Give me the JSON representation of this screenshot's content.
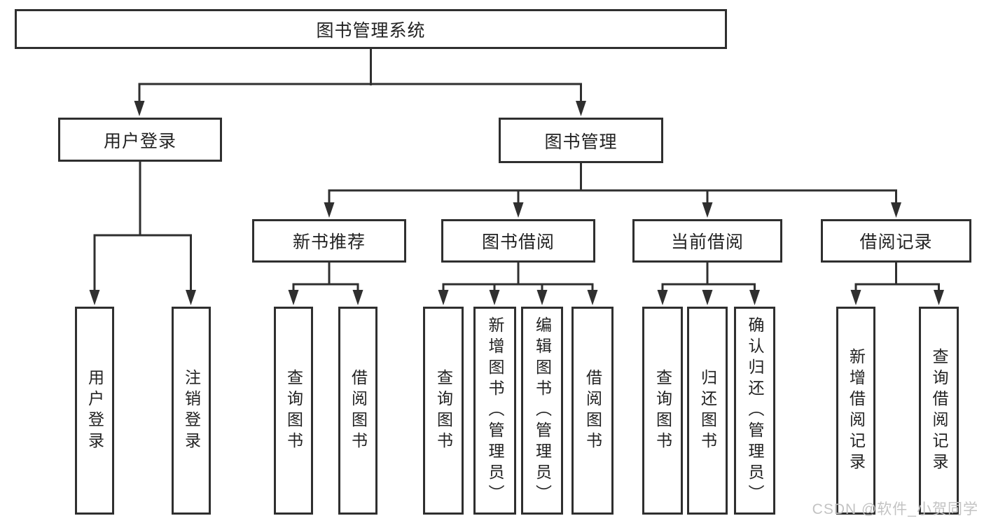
{
  "diagram": {
    "type": "tree",
    "tree": {
      "root": {
        "label": "图书管理系统"
      },
      "branches": [
        {
          "label": "用户登录",
          "children": [
            {
              "label": "用户登录"
            },
            {
              "label": "注销登录"
            }
          ]
        },
        {
          "label": "图书管理",
          "children": [
            {
              "label": "新书推荐",
              "children": [
                {
                  "label": "查询图书"
                },
                {
                  "label": "借阅图书"
                }
              ]
            },
            {
              "label": "图书借阅",
              "children": [
                {
                  "label": "查询图书"
                },
                {
                  "label": "新增图书（管理员）"
                },
                {
                  "label": "编辑图书（管理员）"
                },
                {
                  "label": "借阅图书"
                }
              ]
            },
            {
              "label": "当前借阅",
              "children": [
                {
                  "label": "查询图书"
                },
                {
                  "label": "归还图书"
                },
                {
                  "label": "确认归还（管理员）"
                }
              ]
            },
            {
              "label": "借阅记录",
              "children": [
                {
                  "label": "新增借阅记录"
                },
                {
                  "label": "查询借阅记录"
                }
              ]
            }
          ]
        }
      ]
    },
    "watermark_text": "CSDN @软件_小贺同学",
    "colors": {
      "line": "#2f2f2f",
      "text": "#222222",
      "background": "#ffffff",
      "box_fill": "#ffffff",
      "watermark": "#c3c3c3"
    }
  }
}
